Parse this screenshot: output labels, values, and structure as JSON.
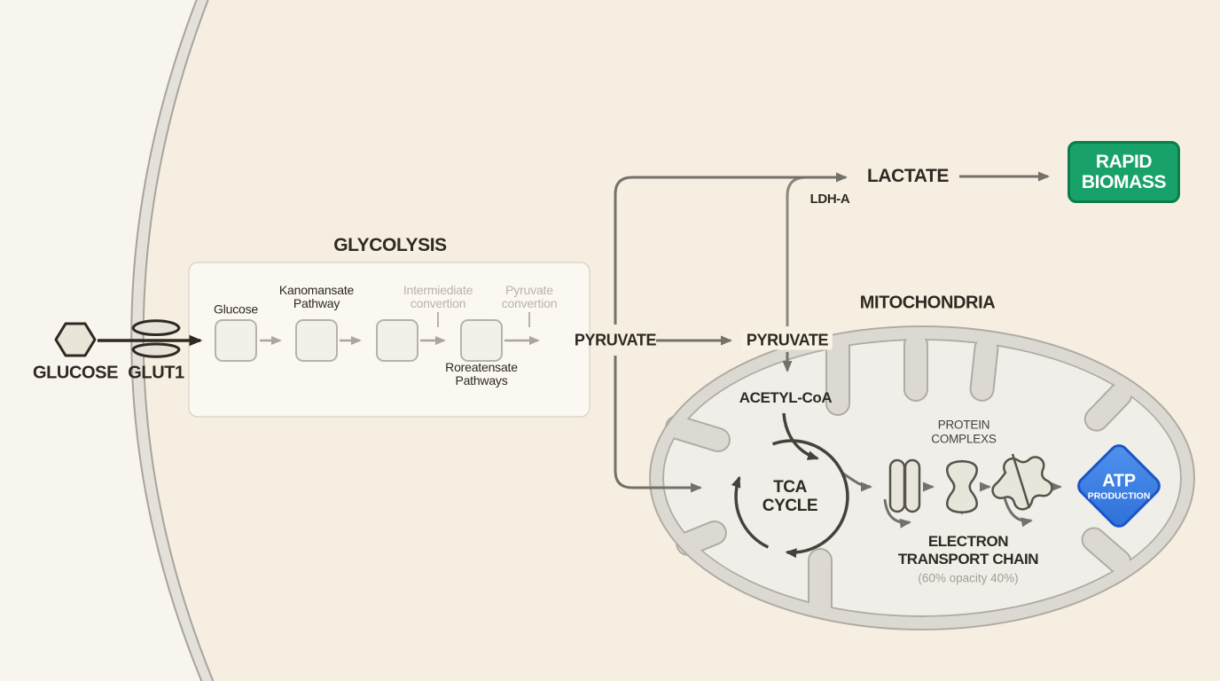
{
  "colors": {
    "background_outside_cell": "#f8f5ee",
    "background_inside_cell": "#f6efe1",
    "membrane_band": "#e3e1da",
    "membrane_edge": "#a8a49c",
    "mitochondria_band": "#dcd9d2",
    "mitochondria_interior": "#f0eee8",
    "dark_text": "#2e2a22",
    "faded_text": "#b9b4a8",
    "biomass_green": "#18a269",
    "biomass_green_border": "#0c7c4e",
    "atp_blue": "#3f85e6",
    "atp_blue_border": "#1d55c6"
  },
  "icons": {
    "glucose_molecule": "hexagon-icon",
    "glut1_transporter": "membrane-channel-icon",
    "atp_shape": "diamond-badge",
    "protein_complexes": [
      "twin-pill-complex-icon",
      "hourglass-complex-icon",
      "four-lobe-complex-icon"
    ]
  },
  "glucose": {
    "label": "GLUCOSE"
  },
  "glut1": {
    "label": "GLUT1"
  },
  "glycolysis": {
    "title": "GLYCOLYSIS",
    "step1": {
      "label": "Glucose"
    },
    "step2": {
      "line1": "Kanomansate",
      "line2": "Pathway"
    },
    "step3": {
      "line1": "Intermiediate",
      "line2": "convertion"
    },
    "step4": {
      "line1": "Pyruvate",
      "line2": "convertion"
    },
    "step4_sub": {
      "line1": "Roreatensate",
      "line2": "Pathways"
    }
  },
  "pyruvate_outer": {
    "label": "PYRUVATE"
  },
  "pyruvate_inner": {
    "label": "PYRUVATE"
  },
  "ldh_a": {
    "label": "LDH-A"
  },
  "lactate": {
    "label": "LACTATE"
  },
  "rapid_biomass": {
    "line1": "RAPID",
    "line2": "BIOMASS"
  },
  "mitochondria": {
    "title": "MITOCHONDRIA"
  },
  "acetyl_coa": {
    "label": "ACETYL-CoA"
  },
  "tca_cycle": {
    "line1": "TCA",
    "line2": "CYCLE"
  },
  "protein_complexes": {
    "line1": "PROTEIN",
    "line2": "COMPLEXS"
  },
  "electron_transport_chain": {
    "line1": "ELECTRON",
    "line2": "TRANSPORT CHAIN",
    "note": "(60% opacity 40%)"
  },
  "atp": {
    "line1": "ATP",
    "line2": "PRODUCTION"
  }
}
